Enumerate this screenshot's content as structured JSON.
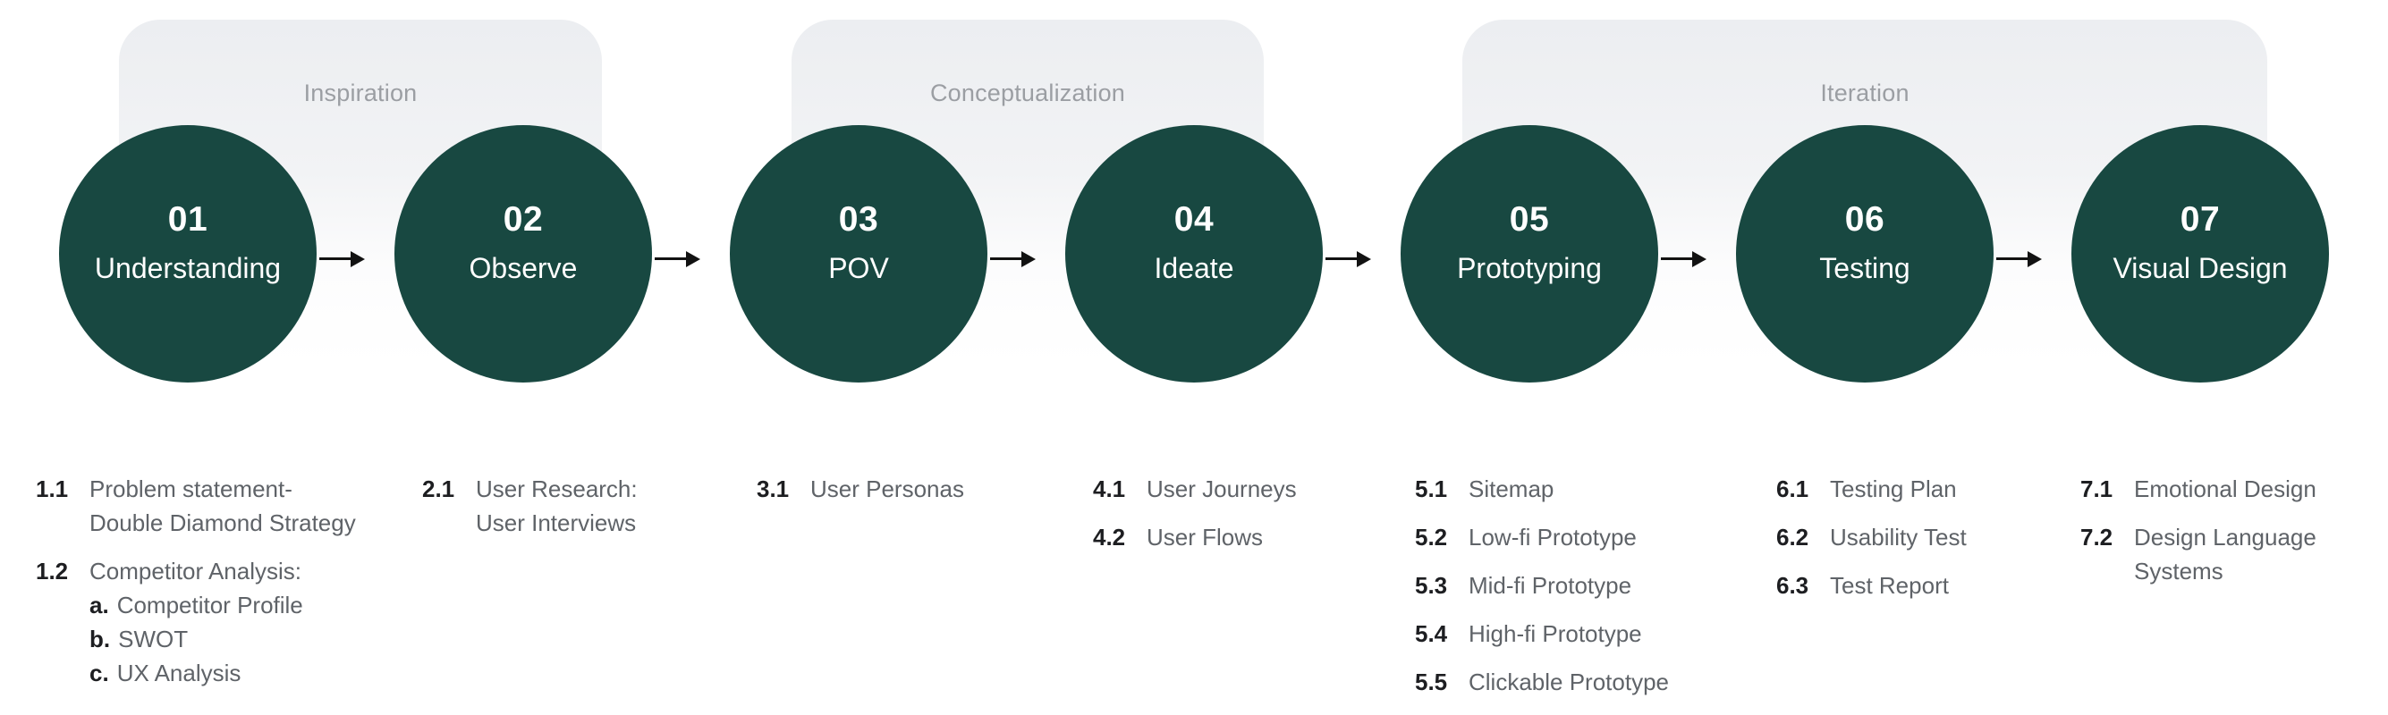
{
  "colors": {
    "circle_fill": "#184841",
    "circle_text": "#ffffff",
    "band_fill": "#eef0f2",
    "band_label": "#9b9ea3",
    "item_number": "#1d1e21",
    "item_text": "#5f6368",
    "arrow": "#121212"
  },
  "phases": [
    {
      "label": "Inspiration"
    },
    {
      "label": "Conceptualization"
    },
    {
      "label": "Iteration"
    }
  ],
  "steps": [
    {
      "number": "01",
      "label": "Understanding"
    },
    {
      "number": "02",
      "label": "Observe"
    },
    {
      "number": "03",
      "label": "POV"
    },
    {
      "number": "04",
      "label": "Ideate"
    },
    {
      "number": "05",
      "label": "Prototyping"
    },
    {
      "number": "06",
      "label": "Testing"
    },
    {
      "number": "07",
      "label": "Visual Design"
    }
  ],
  "columns": [
    {
      "items": [
        {
          "num": "1.1",
          "text": "Problem statement-\nDouble Diamond Strategy"
        },
        {
          "num": "1.2",
          "text": "Competitor Analysis:",
          "subs": [
            {
              "p": "a.",
              "t": "Competitor Profile"
            },
            {
              "p": "b.",
              "t": "SWOT"
            },
            {
              "p": "c.",
              "t": "UX Analysis"
            }
          ]
        }
      ]
    },
    {
      "items": [
        {
          "num": "2.1",
          "text": "User Research:\nUser Interviews"
        }
      ]
    },
    {
      "items": [
        {
          "num": "3.1",
          "text": "User Personas"
        }
      ]
    },
    {
      "items": [
        {
          "num": "4.1",
          "text": "User Journeys"
        },
        {
          "num": "4.2",
          "text": "User Flows"
        }
      ]
    },
    {
      "items": [
        {
          "num": "5.1",
          "text": "Sitemap"
        },
        {
          "num": "5.2",
          "text": "Low-fi Prototype"
        },
        {
          "num": "5.3",
          "text": "Mid-fi Prototype"
        },
        {
          "num": "5.4",
          "text": "High-fi Prototype"
        },
        {
          "num": "5.5",
          "text": "Clickable Prototype"
        }
      ]
    },
    {
      "items": [
        {
          "num": "6.1",
          "text": "Testing Plan"
        },
        {
          "num": "6.2",
          "text": "Usability Test"
        },
        {
          "num": "6.3",
          "text": "Test Report"
        }
      ]
    },
    {
      "items": [
        {
          "num": "7.1",
          "text": "Emotional Design"
        },
        {
          "num": "7.2",
          "text": "Design Language\nSystems"
        }
      ]
    }
  ]
}
